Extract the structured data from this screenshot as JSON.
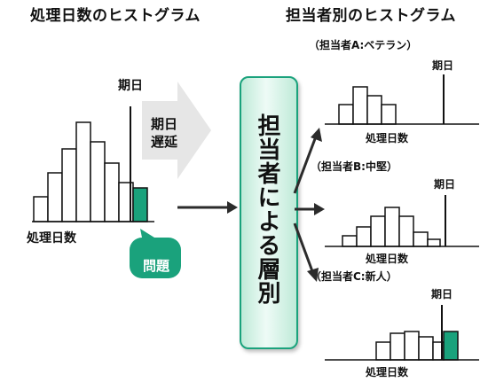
{
  "left_title": "処理日数のヒストグラム",
  "right_title": "担当者別のヒストグラム",
  "deadline_label": "期日",
  "days_label": "処理日数",
  "delay_label": "期日\n遅延",
  "problem_label": "問題",
  "center_label": "担当者による層別",
  "groups": [
    {
      "label": "（担当者A:ベテラン）"
    },
    {
      "label": "（担当者B:中堅）"
    },
    {
      "label": "（担当者C:新人）"
    }
  ],
  "colors": {
    "accent": "#1aa27c",
    "accent_light": "#d4f3e6",
    "bar": "#ffffff",
    "stroke": "#111111",
    "arrow_big": "#e6e6e6",
    "arrow": "#2b2b2b"
  }
}
